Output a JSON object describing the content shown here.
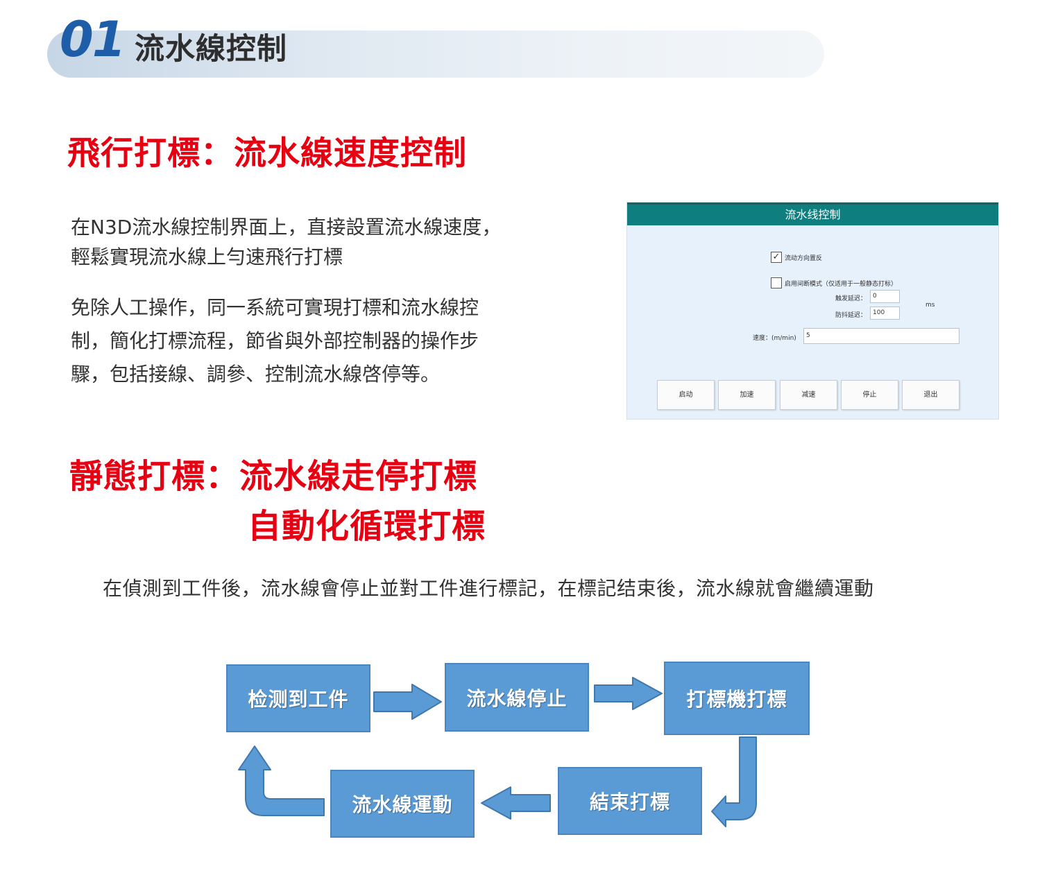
{
  "header": {
    "number": "01",
    "title": "流水線控制"
  },
  "section1": {
    "title": "飛行打標：流水線速度控制",
    "paragraph1_line1": "在N3D流水線控制界面上，直接設置流水線速度，",
    "paragraph1_line2": "輕鬆實現流水線上勻速飛行打標",
    "paragraph2_line1": "免除人工操作，同一系統可實現打標和流水線控",
    "paragraph2_line2": "制，簡化打標流程，節省與外部控制器的操作步",
    "paragraph2_line3": "驟，包括接線、調參、控制流水線啓停等。"
  },
  "dialog": {
    "title": "流水线控制",
    "reverse_checkbox_label": "流动方向置反",
    "reverse_checked": true,
    "reverse_check_glyph": "✓",
    "intermittent_checkbox_label": "启用间断模式（仅适用于一般静态打标）",
    "intermittent_checked": false,
    "trigger_delay_label": "触发延迟：",
    "trigger_delay_value": "0",
    "debounce_delay_label": "防抖延迟：",
    "debounce_delay_value": "100",
    "delay_unit": "ms",
    "speed_label": "速度：(m/min)",
    "speed_value": "5",
    "buttons": [
      "启动",
      "加速",
      "减速",
      "停止",
      "退出"
    ]
  },
  "section2": {
    "title_line1": "靜態打標：流水線走停打標",
    "title_line2": "自動化循環打標",
    "description": "在偵測到工件後，流水線會停止並對工件進行標記，在標記结束後，流水線就會繼續運動"
  },
  "flow": {
    "steps": [
      "检测到工件",
      "流水線停止",
      "打標機打標",
      "結束打標",
      "流水線運動"
    ],
    "box_color": "#5b9bd5"
  }
}
